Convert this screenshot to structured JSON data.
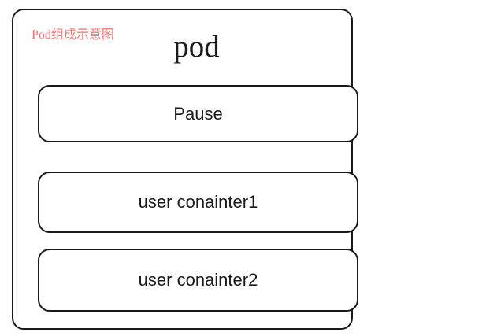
{
  "diagram": {
    "caption": "Pod组成示意图",
    "caption_color": "#f4726e",
    "title": "pod",
    "border_color": "#1a1a1a",
    "background_color": "#ffffff",
    "containers": [
      {
        "label": "Pause"
      },
      {
        "label": "user conainter1"
      },
      {
        "label": "user conainter2"
      }
    ]
  }
}
